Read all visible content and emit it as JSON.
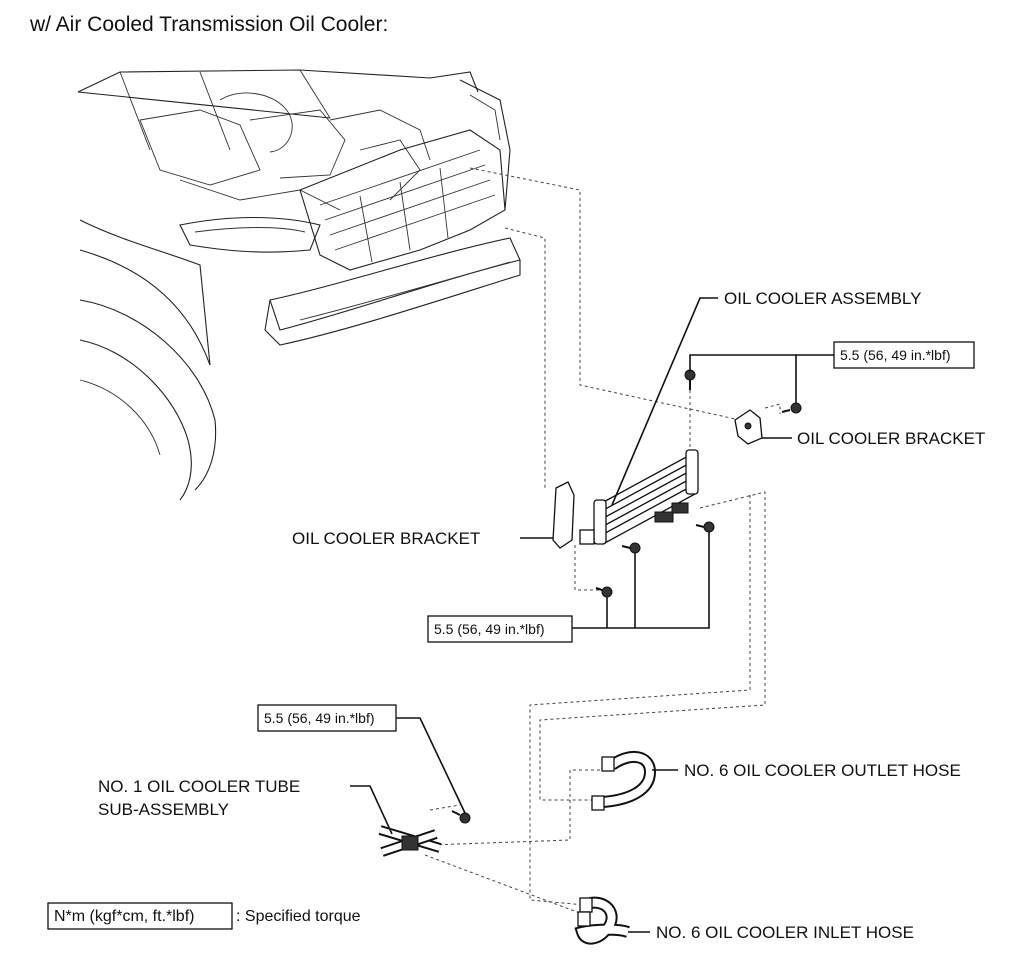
{
  "title": "w/ Air Cooled Transmission Oil Cooler:",
  "labels": {
    "oil_cooler_assembly": "OIL COOLER ASSEMBLY",
    "oil_cooler_bracket_right": "OIL COOLER BRACKET",
    "oil_cooler_bracket_left": "OIL COOLER BRACKET",
    "no1_tube_line1": "NO. 1 OIL COOLER TUBE",
    "no1_tube_line2": "SUB-ASSEMBLY",
    "outlet_hose": "NO. 6 OIL COOLER OUTLET HOSE",
    "inlet_hose": "NO. 6 OIL COOLER INLET HOSE"
  },
  "torque": {
    "upper": "5.5 (56, 49 in.*lbf)",
    "middle": "5.5 (56, 49 in.*lbf)",
    "lower": "5.5 (56, 49 in.*lbf)"
  },
  "legend": {
    "unit": "N*m (kgf*cm, ft.*lbf)",
    "text": ": Specified torque"
  }
}
